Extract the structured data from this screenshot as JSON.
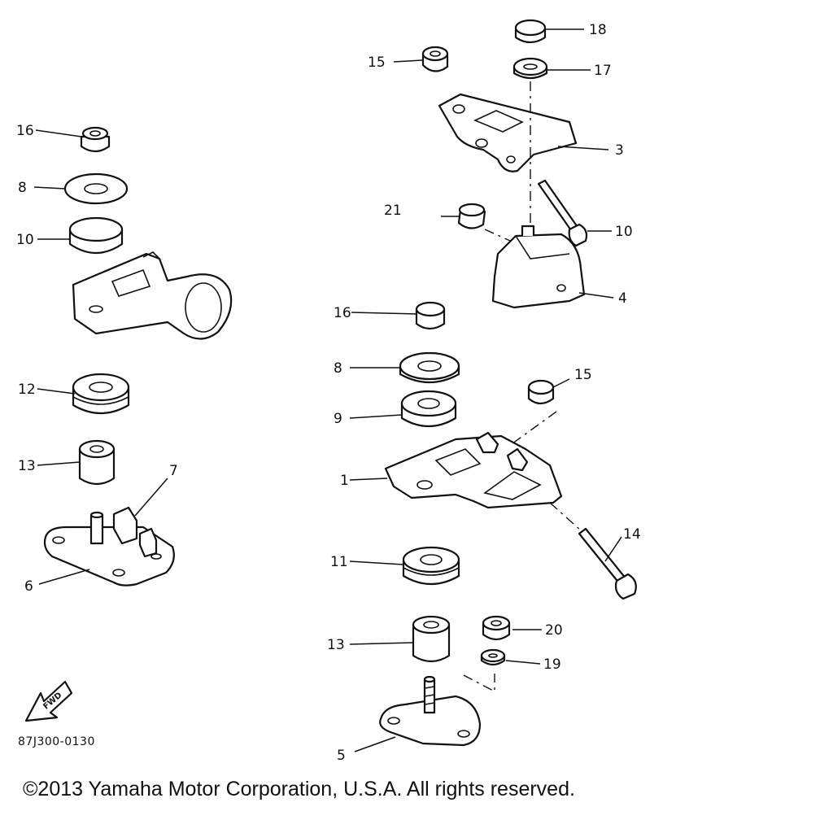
{
  "callouts": {
    "c18": "18",
    "c15a": "15",
    "c17": "17",
    "c3": "3",
    "c21": "21",
    "c10b": "10",
    "c4": "4",
    "c16a": "16",
    "c8a": "8",
    "c10a": "10",
    "c12": "12",
    "c13a": "13",
    "c7": "7",
    "c6": "6",
    "c16b": "16",
    "c8b": "8",
    "c15b": "15",
    "c9": "9",
    "c1": "1",
    "c14": "14",
    "c11": "11",
    "c20": "20",
    "c13b": "13",
    "c19": "19",
    "c5": "5"
  },
  "direction_badge": "FWD",
  "ref_code": "87J300-0130",
  "copyright": "©2013 Yamaha Motor Corporation, U.S.A. All rights reserved."
}
